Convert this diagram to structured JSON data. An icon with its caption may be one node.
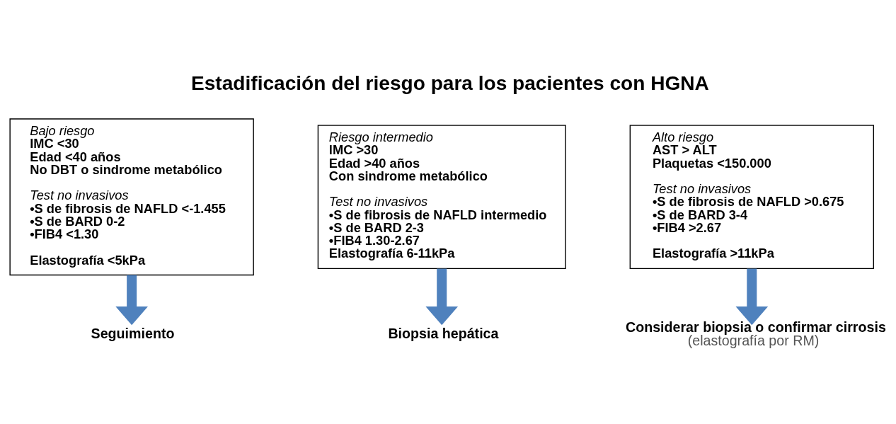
{
  "diagram": {
    "title": "Estadificación del riesgo para los pacientes con HGNA",
    "nodes": [
      {
        "text": [
          "Bajo riesgo",
          "IMC <30",
          "Edad <40 años",
          "No DBT o sindrome metabólico",
          "Test no invasivos",
          "•S de fibrosis de NAFLD <-1.455",
          "•S de BARD 0-2",
          "•FIB4 <1.30",
          "Elastografía <5kPa"
        ]
      },
      {
        "text": [
          "Riesgo intermedio",
          "IMC >30",
          "Edad >40 años",
          "Con sindrome metabólico",
          "Test no invasivos",
          "•S de fibrosis de NAFLD intermedio",
          "•S de BARD 2-3",
          "•FIB4 1.30-2.67",
          "Elastografía 6-11kPa"
        ]
      },
      {
        "text": [
          "Alto riesgo",
          "AST > ALT",
          "Plaquetas <150.000",
          "Test no invasivos",
          "•S de fibrosis de NAFLD >0.675",
          "•S de BARD 3-4",
          "•FIB4 >2.67",
          "Elastografía >11kPa"
        ]
      },
      {
        "text": [
          "Seguimiento"
        ]
      },
      {
        "text": [
          "Biopsia hepática"
        ]
      },
      {
        "text": [
          "Considerar biopsia o confirmar cirrosis",
          "(elastografía por RM)"
        ]
      }
    ],
    "edges": [
      {
        "from": 0,
        "to": 3,
        "arrow": "to"
      },
      {
        "from": 1,
        "to": 4,
        "arrow": "to"
      },
      {
        "from": 2,
        "to": 5,
        "arrow": "to"
      }
    ]
  }
}
